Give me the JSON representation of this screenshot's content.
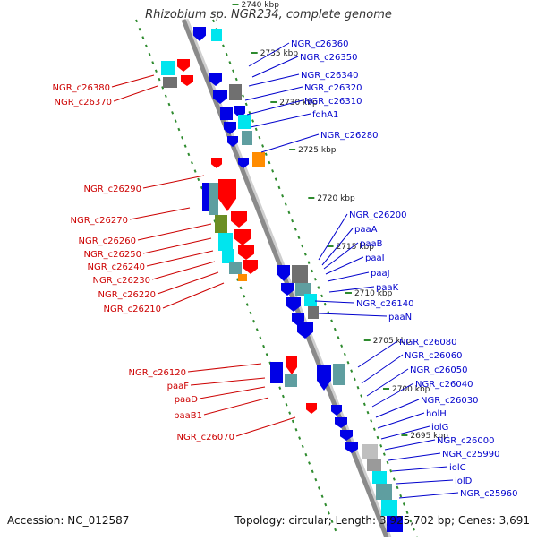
{
  "title": "Rhizobium sp. NGR234, complete genome",
  "footer": {
    "accession": "Accession: NC_012587",
    "topology": "Topology: circular; Length: 3,925,702 bp; Genes: 3,691"
  },
  "colors": {
    "backbone": "#8a8a8a",
    "tick": "#2e8b2e",
    "forward_label": "#0000cc",
    "reverse_label": "#cc0000",
    "forward_gene": "#0000e6",
    "reverse_gene": "#ff0000",
    "cyan": "#00e5ee",
    "steel": "#5f9ea0",
    "grey": "#707070",
    "orange": "#ff8c00",
    "olive": "#6b8e23"
  },
  "scale_labels": [
    "2740 kbp",
    "2735 kbp",
    "2730 kbp",
    "2725 kbp",
    "2720 kbp",
    "2715 kbp",
    "2710 kbp",
    "2705 kbp",
    "2700 kbp",
    "2695 kbp"
  ],
  "right_labels": [
    "NGR_c26360",
    "NGR_c26350",
    "NGR_c26340",
    "NGR_c26320",
    "NGR_c26310",
    "fdhA1",
    "NGR_c26280",
    "NGR_c26200",
    "paaA",
    "paaB",
    "paaI",
    "paaJ",
    "paaK",
    "NGR_c26140",
    "paaN",
    "NGR_c26080",
    "NGR_c26060",
    "NGR_c26050",
    "NGR_c26040",
    "NGR_c26030",
    "holH",
    "iolG",
    "NGR_c26000",
    "NGR_c25990",
    "iolC",
    "iolD",
    "NGR_c25960"
  ],
  "left_labels": [
    "NGR_c26380",
    "NGR_c26370",
    "NGR_c26290",
    "NGR_c26270",
    "NGR_c26260",
    "NGR_c26250",
    "NGR_c26240",
    "NGR_c26230",
    "NGR_c26220",
    "NGR_c26210",
    "NGR_c26120",
    "paaF",
    "paaD",
    "paaB1",
    "NGR_c26070"
  ]
}
